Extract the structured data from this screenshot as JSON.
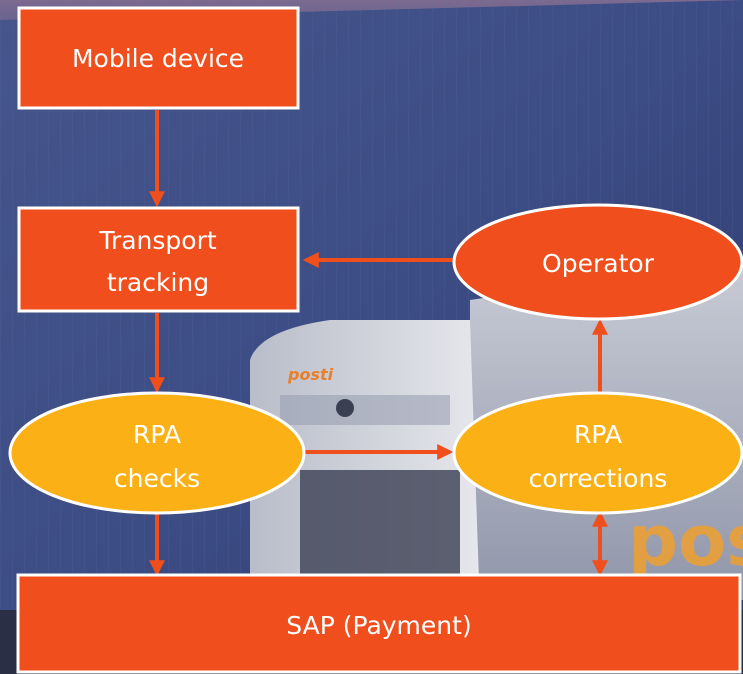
{
  "diagram": {
    "nodes": {
      "mobile": {
        "label": "Mobile device"
      },
      "transport": {
        "line1": "Transport",
        "line2": "tracking"
      },
      "operator": {
        "label": "Operator"
      },
      "rpa_checks": {
        "line1": "RPA",
        "line2": "checks"
      },
      "rpa_corrections": {
        "line1": "RPA",
        "line2": "corrections"
      },
      "sap": {
        "label": "SAP (Payment)"
      }
    },
    "colors": {
      "box_fill": "#F04E1C",
      "ellipse_orange": "#F04E1C",
      "ellipse_amber": "#FBB116",
      "stroke": "#FFFFFF",
      "arrow": "#F04E1C"
    }
  },
  "background": {
    "brand_text": "posti",
    "brand_text_2": "posti"
  }
}
